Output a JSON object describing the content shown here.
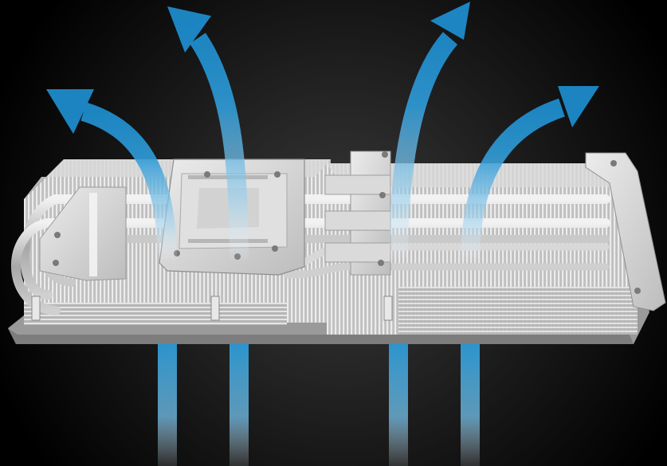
{
  "scene": {
    "subject": "graphics-card-heatsink",
    "colors": {
      "background_center": "#3a3a3a",
      "background_edge": "#000000",
      "airflow_blue": "#1e8fd0",
      "airflow_light": "#cfe9f7",
      "aluminum_light": "#e6e6e6",
      "aluminum_mid": "#b9b9b9",
      "aluminum_dark": "#8c8c8c",
      "shadow": "#6f6f6f"
    },
    "icons": {
      "airflow_arrow": "curved-up-arrow-icon",
      "intake_beam": "vertical-air-beam"
    },
    "airflow": {
      "intake_streams": 4,
      "exhaust_arrows": 4
    }
  }
}
